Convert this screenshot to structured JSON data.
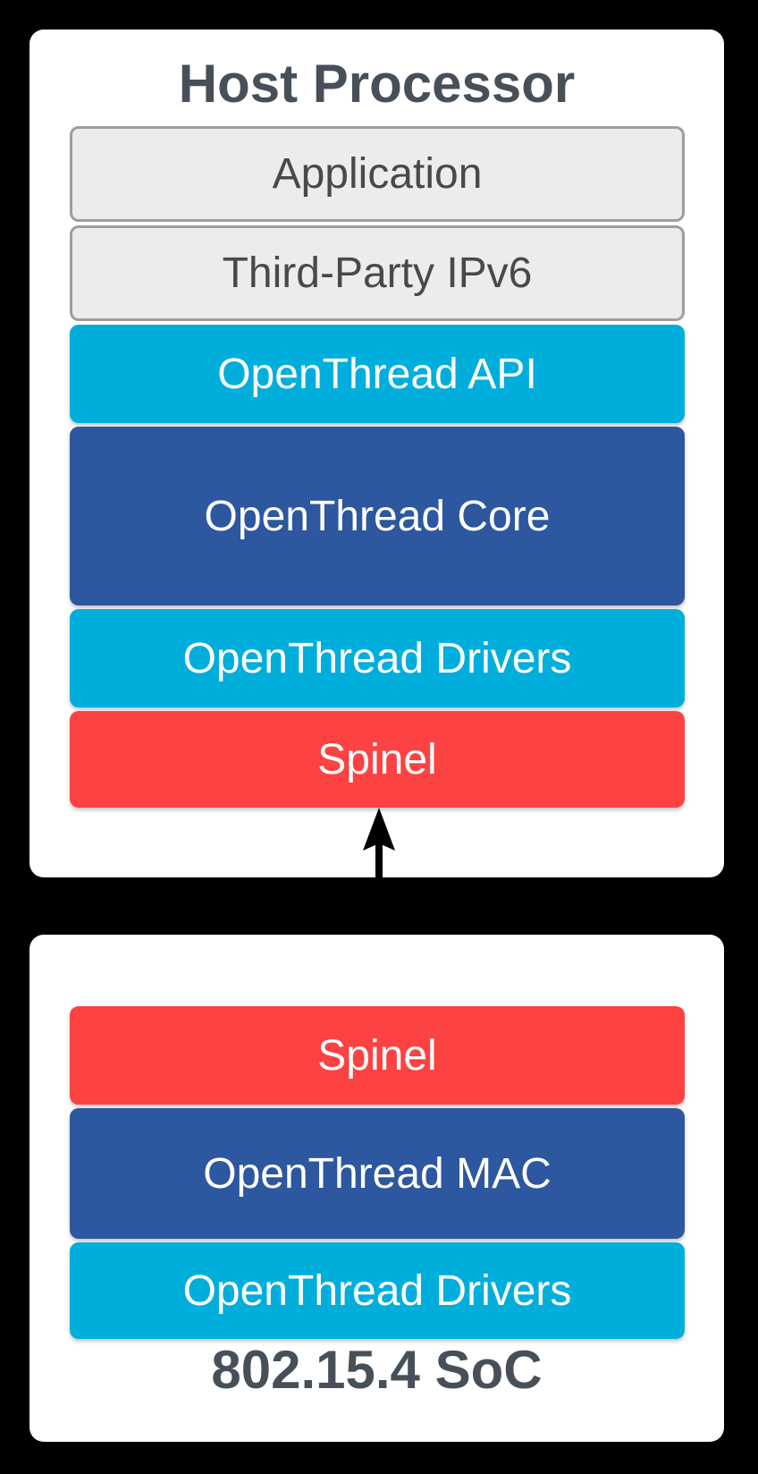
{
  "host_card": {
    "title": "Host Processor",
    "layers": [
      {
        "label": "Application",
        "color": "#ececec"
      },
      {
        "label": "Third-Party IPv6",
        "color": "#ececec"
      },
      {
        "label": "OpenThread API",
        "color": "#00aedc"
      },
      {
        "label": "OpenThread Core",
        "color": "#2d579e"
      },
      {
        "label": "OpenThread Drivers",
        "color": "#00aedc"
      },
      {
        "label": "Spinel",
        "color": "#fc4242"
      }
    ]
  },
  "soc_card": {
    "title": "802.15.4 SoC",
    "layers": [
      {
        "label": "Spinel",
        "color": "#fc4242"
      },
      {
        "label": "OpenThread MAC",
        "color": "#2d579e"
      },
      {
        "label": "OpenThread Drivers",
        "color": "#00aedc"
      }
    ]
  },
  "connector": {
    "icon": "double-headed-vertical-arrow",
    "meaning": "Spinel protocol link between Host Processor and 802.15.4 SoC",
    "color": "#000000"
  },
  "colors": {
    "background": "#000000",
    "card": "#ffffff",
    "title_text": "#475058",
    "gray_box_fill": "#ececec",
    "gray_box_border": "#9e9e9e",
    "cyan": "#00aedc",
    "blue": "#2d579e",
    "red": "#fc4242",
    "box_text_light": "#ffffff",
    "box_text_dark": "#48494b"
  }
}
